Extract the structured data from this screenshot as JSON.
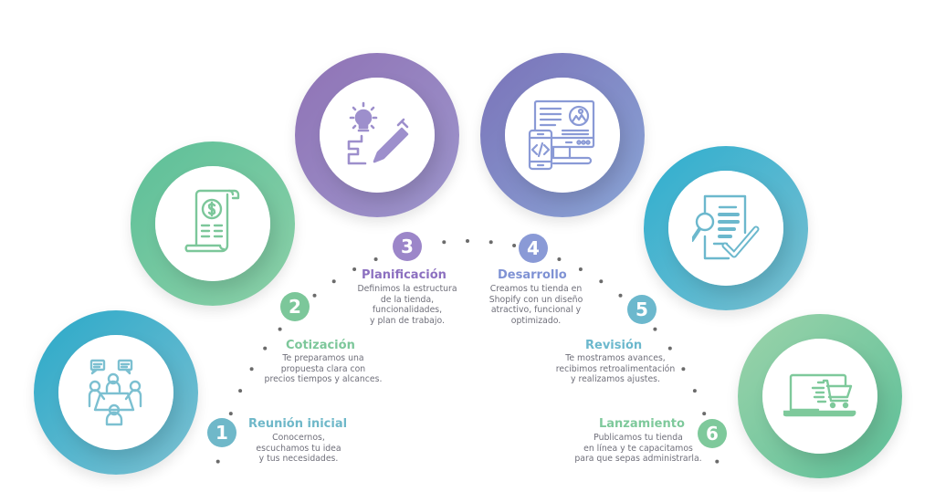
{
  "steps": [
    {
      "number": "1",
      "title": "Reunión inicial",
      "description": "Conocernos,\nescuchamos tu idea\ny tus  necesidades.",
      "icon": "meeting-icon",
      "color": "#6fb8c9",
      "ring_gradient": [
        "#2aa9c9",
        "#7cc0d1"
      ]
    },
    {
      "number": "2",
      "title": "Cotización",
      "description": "Te preparamos una\npropuesta clara con\nprecios tiempos y alcances.",
      "icon": "invoice-icon",
      "color": "#7cc79a",
      "ring_gradient": [
        "#5cbf98",
        "#8cd0a8"
      ]
    },
    {
      "number": "3",
      "title": "Planificación",
      "description": "Definimos la estructura\nde la tienda,\nfuncionalidades,\ny plan de trabajo.",
      "icon": "idea-plan-icon",
      "color": "#9c86c9",
      "ring_gradient": [
        "#8f72b5",
        "#9d96cc"
      ]
    },
    {
      "number": "4",
      "title": "Desarrollo",
      "description": "Creamos tu tienda en\nShopify con un diseño\natractivo, funcional y\noptimizado.",
      "icon": "web-development-icon",
      "color": "#8a9ad6",
      "ring_gradient": [
        "#7a72b8",
        "#8aa5d6"
      ]
    },
    {
      "number": "5",
      "title": "Revisión",
      "description": "Te mostramos avances,\nrecibimos retroalimentación\ny realizamos ajustes.",
      "icon": "document-review-icon",
      "color": "#6cb8cd",
      "ring_gradient": [
        "#2eaecf",
        "#79bfd0"
      ]
    },
    {
      "number": "6",
      "title": "Lanzamiento",
      "description": "Publicamos tu tienda\nen línea y te capacitamos\npara que sepas administrarla.",
      "icon": "online-store-cart-icon",
      "color": "#7ec99b",
      "ring_gradient": [
        "#9bd3aa",
        "#5dbf98"
      ]
    }
  ],
  "path_dot_color": "#6b6b6b"
}
